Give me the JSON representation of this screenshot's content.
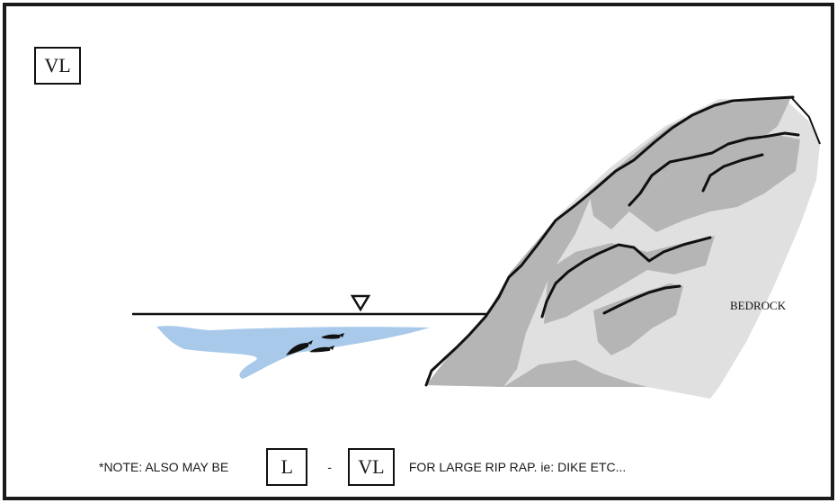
{
  "code_box": {
    "label": "VL"
  },
  "bedrock_label": "BEDROCK",
  "note": {
    "prefix": "*NOTE: ALSO MAY BE",
    "box_l": "L",
    "separator": "-",
    "box_vl": "VL",
    "suffix": "FOR LARGE RIP RAP.  ie: DIKE ETC..."
  },
  "colors": {
    "water": "#a9c9ea",
    "rock_light": "#e0e0e0",
    "rock_mid": "#b5b5b5",
    "outline": "#111111"
  },
  "icons": {
    "water_level_marker": "inverted-triangle-icon",
    "fish": "fish-icon"
  }
}
